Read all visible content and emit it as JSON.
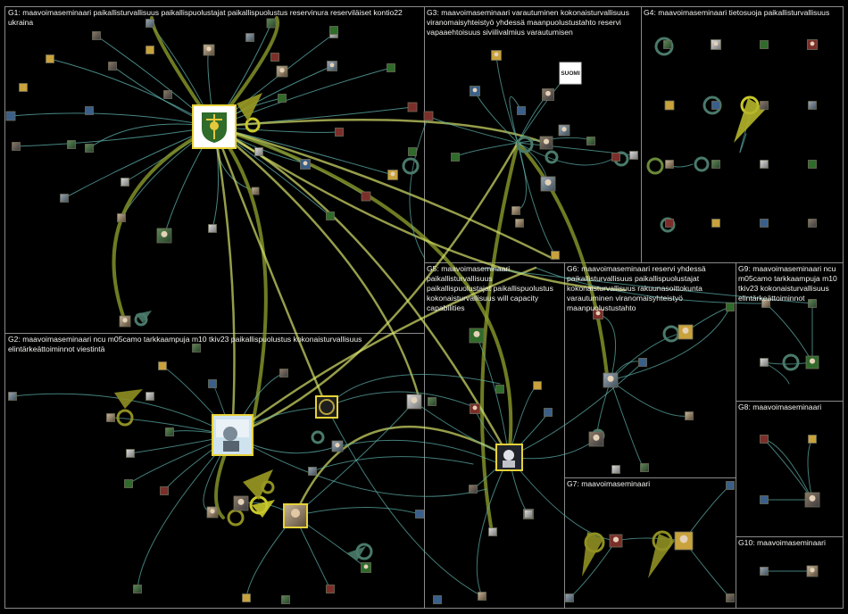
{
  "groups": [
    {
      "id": "G1",
      "lines": [
        "G1: maavoimaseminaari paikallisturvallisuus paikallispuolustajat paikallispuolustus reservinura reserviläiset kontio22",
        "ukraina"
      ]
    },
    {
      "id": "G2",
      "lines": [
        "G2: maavoimaseminaari ncu m05camo tarkkaampuja m10 tkiv23 paikallispuolustus kokonaisturvallisuus",
        "elintärkeättoiminnot viestintä"
      ]
    },
    {
      "id": "G3",
      "lines": [
        "G3: maavoimaseminaari varautuminen kokonaisturvallisuus",
        "viranomaisyhteistyö yhdessä maanpuolustustahto reservi",
        "vapaaehtoisuus siviilivalmius varautumisen"
      ]
    },
    {
      "id": "G4",
      "lines": [
        "G4: maavoimaseminaari tietosuoja paikallisturvallisuus"
      ]
    },
    {
      "id": "G5",
      "lines": [
        "G5: maavoimaseminaari",
        "paikallisturvallisuus",
        "paikallispuolustajat paikallispuolustus",
        "kokonaisturvallisuus will capacity",
        "capabilities"
      ]
    },
    {
      "id": "G6",
      "lines": [
        "G6: maavoimaseminaari reservi yhdessä",
        "paikallisturvallisuus paikallispuolustajat",
        "kokonaisturvallisuus rakuunasoittokunta",
        "varautuminen viranomaisyhteistyö",
        "maanpuolustustahto"
      ]
    },
    {
      "id": "G7",
      "lines": [
        "G7: maavoimaseminaari"
      ]
    },
    {
      "id": "G8",
      "lines": [
        "G8: maavoimaseminaari"
      ]
    },
    {
      "id": "G9",
      "lines": [
        "G9: maavoimaseminaari ncu",
        "m05camo tarkkaampuja m10",
        "tkiv23 kokonaisturvallisuus",
        "elintärkeättoiminnot"
      ]
    },
    {
      "id": "G10",
      "lines": [
        "G10: maavoimaseminaari"
      ]
    }
  ],
  "hub_node_text": "SUOMI",
  "colors": {
    "background": "#000000",
    "panel_border": "#8a8a8a",
    "edge_teal": "#5fb3ad",
    "edge_yellow": "#c9d24a",
    "edge_olive": "#8a9a2a",
    "loop_olive": "#8f8f22",
    "label": "#f2f2ee"
  },
  "icons": {
    "hub_center": "coat-of-arms-icon",
    "node": "avatar-icon",
    "loop": "self-loop-icon"
  }
}
